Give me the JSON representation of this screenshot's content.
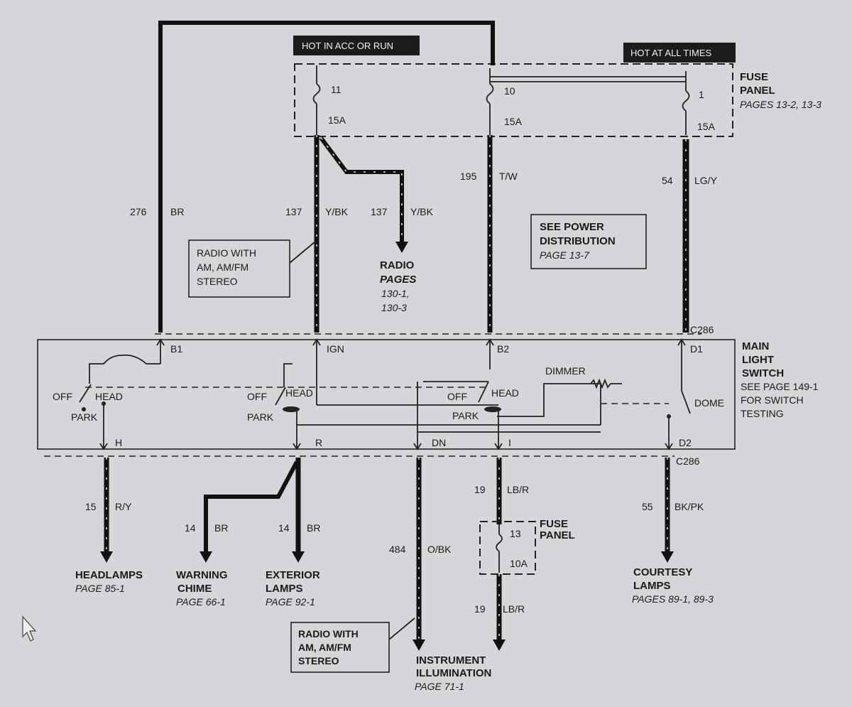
{
  "headers": {
    "hot_acc_run": "HOT IN ACC OR RUN",
    "hot_all_times": "HOT AT ALL TIMES"
  },
  "fuse_panel_top": {
    "title": "FUSE",
    "title2": "PANEL",
    "pages": "PAGES 13-2, 13-3",
    "fuses": [
      {
        "number": "11",
        "amps": "15A"
      },
      {
        "number": "10",
        "amps": "15A"
      },
      {
        "number": "1",
        "amps": "15A"
      }
    ]
  },
  "wires": {
    "w276": {
      "circuit": "276",
      "color": "BR"
    },
    "w137a": {
      "circuit": "137",
      "color": "Y/BK"
    },
    "w137b": {
      "circuit": "137",
      "color": "Y/BK"
    },
    "w195": {
      "circuit": "195",
      "color": "T/W"
    },
    "w54": {
      "circuit": "54",
      "color": "LG/Y"
    },
    "w15": {
      "circuit": "15",
      "color": "R/Y"
    },
    "w14a": {
      "circuit": "14",
      "color": "BR"
    },
    "w14b": {
      "circuit": "14",
      "color": "BR"
    },
    "w484": {
      "circuit": "484",
      "color": "O/BK"
    },
    "w19a": {
      "circuit": "19",
      "color": "LB/R"
    },
    "w19b": {
      "circuit": "19",
      "color": "LB/R"
    },
    "w55": {
      "circuit": "55",
      "color": "BK/PK"
    }
  },
  "notes": {
    "radio_top": [
      "RADIO WITH",
      "AM, AM/FM",
      "STEREO"
    ],
    "radio_bottom": [
      "RADIO WITH",
      "AM, AM/FM",
      "STEREO"
    ],
    "power_dist": [
      "SEE POWER",
      "DISTRIBUTION"
    ],
    "power_dist_page": "PAGE 13-7"
  },
  "radio_dest": {
    "title": "RADIO",
    "pages_label": "PAGES",
    "page1": "130-1,",
    "page2": "130-3"
  },
  "connectors": {
    "top": "C286",
    "bottom": "C286"
  },
  "main_switch": {
    "title": [
      "MAIN",
      "LIGHT",
      "SWITCH"
    ],
    "note": [
      "SEE PAGE 149-1",
      "FOR SWITCH",
      "TESTING"
    ],
    "pins_top": [
      "B1",
      "IGN",
      "B2",
      "D1"
    ],
    "pins_bottom": [
      "H",
      "R",
      "DN",
      "I",
      "D2"
    ],
    "off": "OFF",
    "head": "HEAD",
    "park": "PARK",
    "dimmer": "DIMMER",
    "dome": "DOME"
  },
  "fuse_panel_small": {
    "title": "FUSE",
    "title2": "PANEL",
    "number": "13",
    "amps": "10A"
  },
  "destinations": {
    "headlamps": {
      "name": "HEADLAMPS",
      "page": "PAGE 85-1"
    },
    "warning_chime": {
      "name": "WARNING",
      "name2": "CHIME",
      "page": "PAGE 66-1"
    },
    "exterior_lamps": {
      "name": "EXTERIOR",
      "name2": "LAMPS",
      "page": "PAGE 92-1"
    },
    "instrument_illum": {
      "name": "INSTRUMENT",
      "name2": "ILLUMINATION",
      "page": "PAGE 71-1"
    },
    "courtesy_lamps": {
      "name": "COURTESY",
      "name2": "LAMPS",
      "page": "PAGES 89-1, 89-3"
    }
  },
  "colors": {
    "background": "#d6d6da",
    "ink": "#111111",
    "header_bg": "#1c1c1c"
  }
}
